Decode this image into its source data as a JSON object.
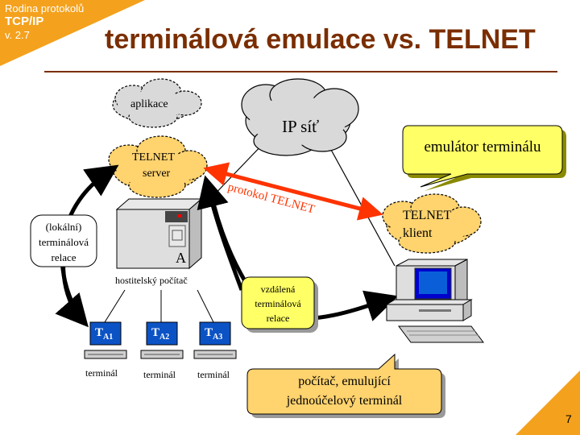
{
  "corner": {
    "line1": "Rodina protokolů",
    "line2": "TCP/IP",
    "line3": "v. 2.7"
  },
  "title": "terminálová emulace vs. TELNET",
  "clouds": {
    "aplikace": "aplikace",
    "telnet_server_1": "TELNET",
    "telnet_server_2": "server",
    "ip_sit": "IP síť",
    "telnet_klient_1": "TELNET",
    "telnet_klient_2": "klient"
  },
  "protocol_label": "protokol TELNET",
  "host": {
    "letter": "A",
    "label": "hostitelský počítač"
  },
  "local_session": {
    "line1": "(lokální)",
    "line2": "terminálová",
    "line3": "relace"
  },
  "remote_session": {
    "line1": "vzdálená",
    "line2": "terminálová",
    "line3": "relace"
  },
  "emulator_callout": "emulátor terminálu",
  "pc_callout": {
    "line1": "počítač, emulující",
    "line2": "jednoúčelový terminál"
  },
  "terminals": [
    {
      "badge": "T",
      "sub": "A1",
      "label": "terminál"
    },
    {
      "badge": "T",
      "sub": "A2",
      "label": "terminál"
    },
    {
      "badge": "T",
      "sub": "A3",
      "label": "terminál"
    }
  ],
  "page_number": "7",
  "colors": {
    "accent_orange": "#f4a11d",
    "title_brown": "#7a2e00",
    "cloud_orange": "#ffd36e",
    "cloud_gray": "#d9d9d9",
    "callout_yellow": "#ffff66",
    "protocol_red": "#ff3300",
    "terminal_blue": "#0b53c5"
  }
}
